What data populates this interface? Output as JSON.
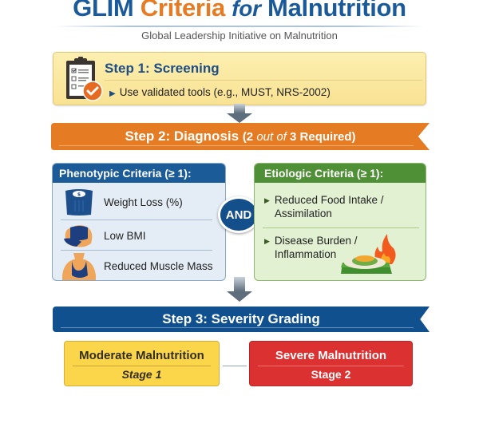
{
  "header": {
    "title_part1": "GLIM",
    "title_part2": "Criteria",
    "title_part3": "for",
    "title_part4": "Malnutrition",
    "subtitle": "Global Leadership Initiative on Malnutrition"
  },
  "step1": {
    "icon": "clipboard-check-icon",
    "title": "Step 1: Screening",
    "bullet": "Use validated tools (e.g., MUST, NRS-2002)"
  },
  "step2": {
    "title": "Step 2: Diagnosis",
    "qualifier_open": "(2 ",
    "qualifier_italic": "out of",
    "qualifier_close": " 3 Required)"
  },
  "phenotypic": {
    "header": "Phenotypic Criteria (≥ 1):",
    "items": [
      {
        "label": "Weight Loss (%)",
        "icon": "scale-icon"
      },
      {
        "label": "Low BMI",
        "icon": "body-torso-icon"
      },
      {
        "label": "Reduced Muscle Mass",
        "icon": "muscle-torso-icon"
      }
    ]
  },
  "connector_label": "AND",
  "etiologic": {
    "header": "Etiologic Criteria (≥ 1):",
    "items": [
      {
        "line1": "Reduced Food Intake /",
        "line2": "Assimilation"
      },
      {
        "line1": "Disease Burden /",
        "line2": "Inflammation",
        "icon": "food-flame-icon"
      }
    ]
  },
  "step3": {
    "title": "Step 3: Severity Grading",
    "grades": [
      {
        "name": "Moderate Malnutrition",
        "stage": "Stage 1",
        "color": "#fbd54a"
      },
      {
        "name": "Severe Malnutrition",
        "stage": "Stage 2",
        "color": "#dc3131"
      }
    ]
  },
  "colors": {
    "brand_blue": "#1a5a9a",
    "brand_orange": "#e57b22",
    "etiologic_green": "#4f8f35"
  }
}
